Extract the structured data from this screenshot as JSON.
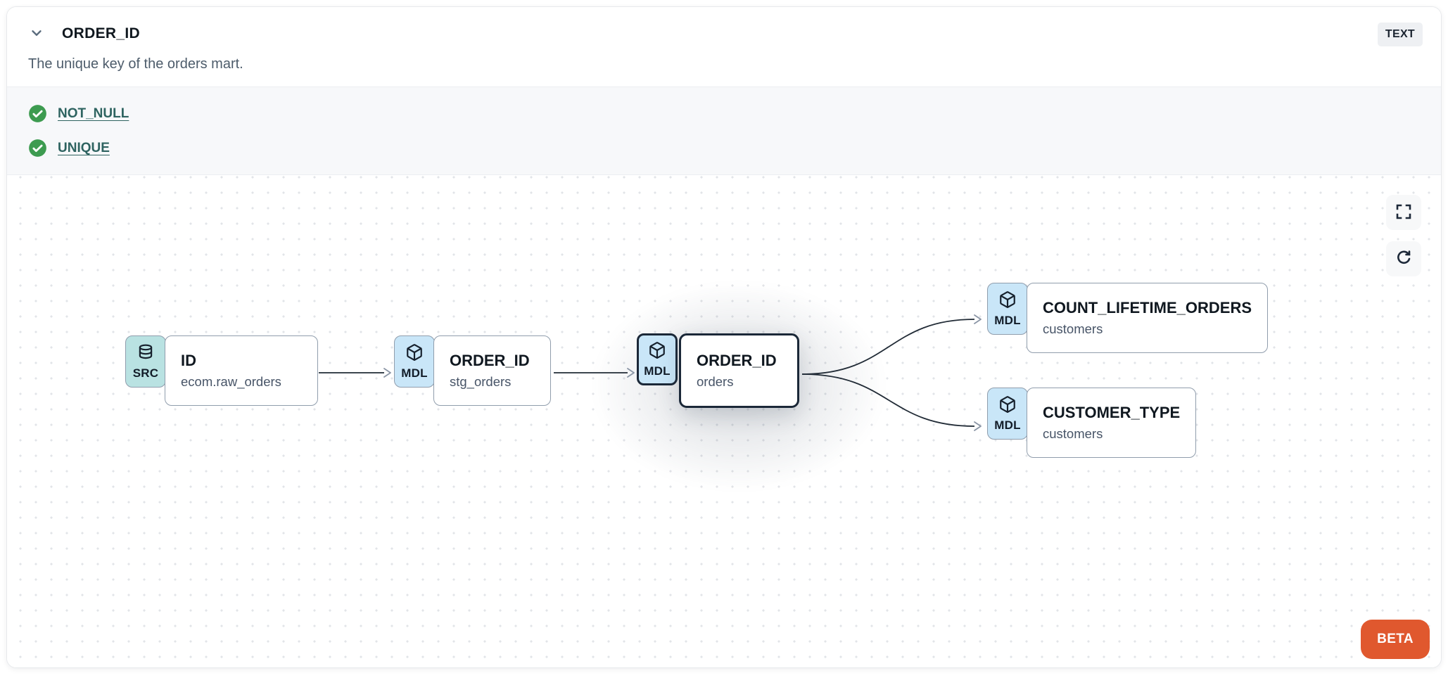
{
  "panel": {
    "title": "ORDER_ID",
    "type_badge": "TEXT",
    "description": "The unique key of the orders mart.",
    "tests": [
      {
        "name": "NOT_NULL",
        "status": "passed"
      },
      {
        "name": "UNIQUE",
        "status": "passed"
      }
    ]
  },
  "lineage": {
    "beta_label": "BETA",
    "nodes": [
      {
        "kind": "SRC",
        "title": "ID",
        "subtitle": "ecom.raw_orders",
        "icon": "database-icon",
        "selected": false
      },
      {
        "kind": "MDL",
        "title": "ORDER_ID",
        "subtitle": "stg_orders",
        "icon": "cube-icon",
        "selected": false
      },
      {
        "kind": "MDL",
        "title": "ORDER_ID",
        "subtitle": "orders",
        "icon": "cube-icon",
        "selected": true
      },
      {
        "kind": "MDL",
        "title": "COUNT_LIFETIME_ORDERS",
        "subtitle": "customers",
        "icon": "cube-icon",
        "selected": false
      },
      {
        "kind": "MDL",
        "title": "CUSTOMER_TYPE",
        "subtitle": "customers",
        "icon": "cube-icon",
        "selected": false
      }
    ],
    "edges": [
      {
        "from": "ID (ecom.raw_orders)",
        "to": "ORDER_ID (stg_orders)"
      },
      {
        "from": "ORDER_ID (stg_orders)",
        "to": "ORDER_ID (orders)"
      },
      {
        "from": "ORDER_ID (orders)",
        "to": "COUNT_LIFETIME_ORDERS (customers)"
      },
      {
        "from": "ORDER_ID (orders)",
        "to": "CUSTOMER_TYPE (customers)"
      }
    ]
  },
  "colors": {
    "accent_orange": "#E0582E",
    "test_pass_green": "#3D9B50",
    "test_link_teal": "#2E6360",
    "badge_src_teal": "#B9E2E2",
    "badge_mdl_blue": "#C9E6F8",
    "selected_border": "#1B2838",
    "node_border": "#909DAC",
    "tests_bg": "#F7F8FA",
    "type_badge_bg": "#EEF0F3"
  }
}
